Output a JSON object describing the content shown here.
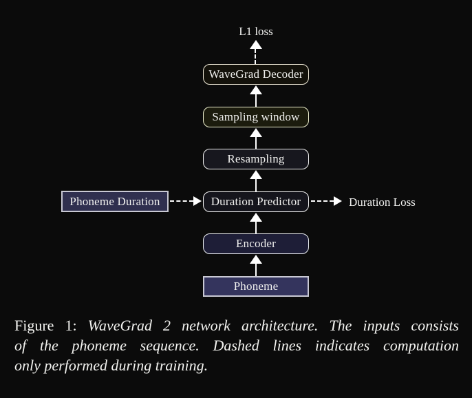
{
  "page": {
    "background_color": "#0b0b0b",
    "text_color": "#f2f2f0",
    "arrow_color": "#ffffff"
  },
  "diagram": {
    "l1_loss_label": "L1 loss",
    "duration_loss_label": "Duration Loss",
    "nodes": {
      "wavegrad_decoder": {
        "label": "WaveGrad Decoder",
        "fill": "#13110a",
        "border": "#efe9d7",
        "shape": "rounded"
      },
      "sampling_window": {
        "label": "Sampling window",
        "fill": "#1b1b0d",
        "border": "#eef0cf",
        "shape": "rounded"
      },
      "resampling": {
        "label": "Resampling",
        "fill": "#17171e",
        "border": "#f2f2f2",
        "shape": "rounded"
      },
      "duration_predictor": {
        "label": "Duration Predictor",
        "fill": "#15151c",
        "border": "#f2f2f2",
        "shape": "rounded"
      },
      "encoder": {
        "label": "Encoder",
        "fill": "#1e1e37",
        "border": "#eceff2",
        "shape": "rounded"
      },
      "phoneme": {
        "label": "Phoneme",
        "fill": "#34345d",
        "border": "#c9c9d4",
        "shape": "rect"
      },
      "phoneme_duration": {
        "label": "Phoneme Duration",
        "fill": "#30304f",
        "border": "#c9c9d4",
        "shape": "rect"
      }
    }
  },
  "caption": {
    "label": "Figure 1:",
    "line1": "WaveGrad 2 network architecture. The inputs consists",
    "line2": "of the phoneme sequence. Dashed lines indicates computation",
    "line3": "only performed during training."
  }
}
